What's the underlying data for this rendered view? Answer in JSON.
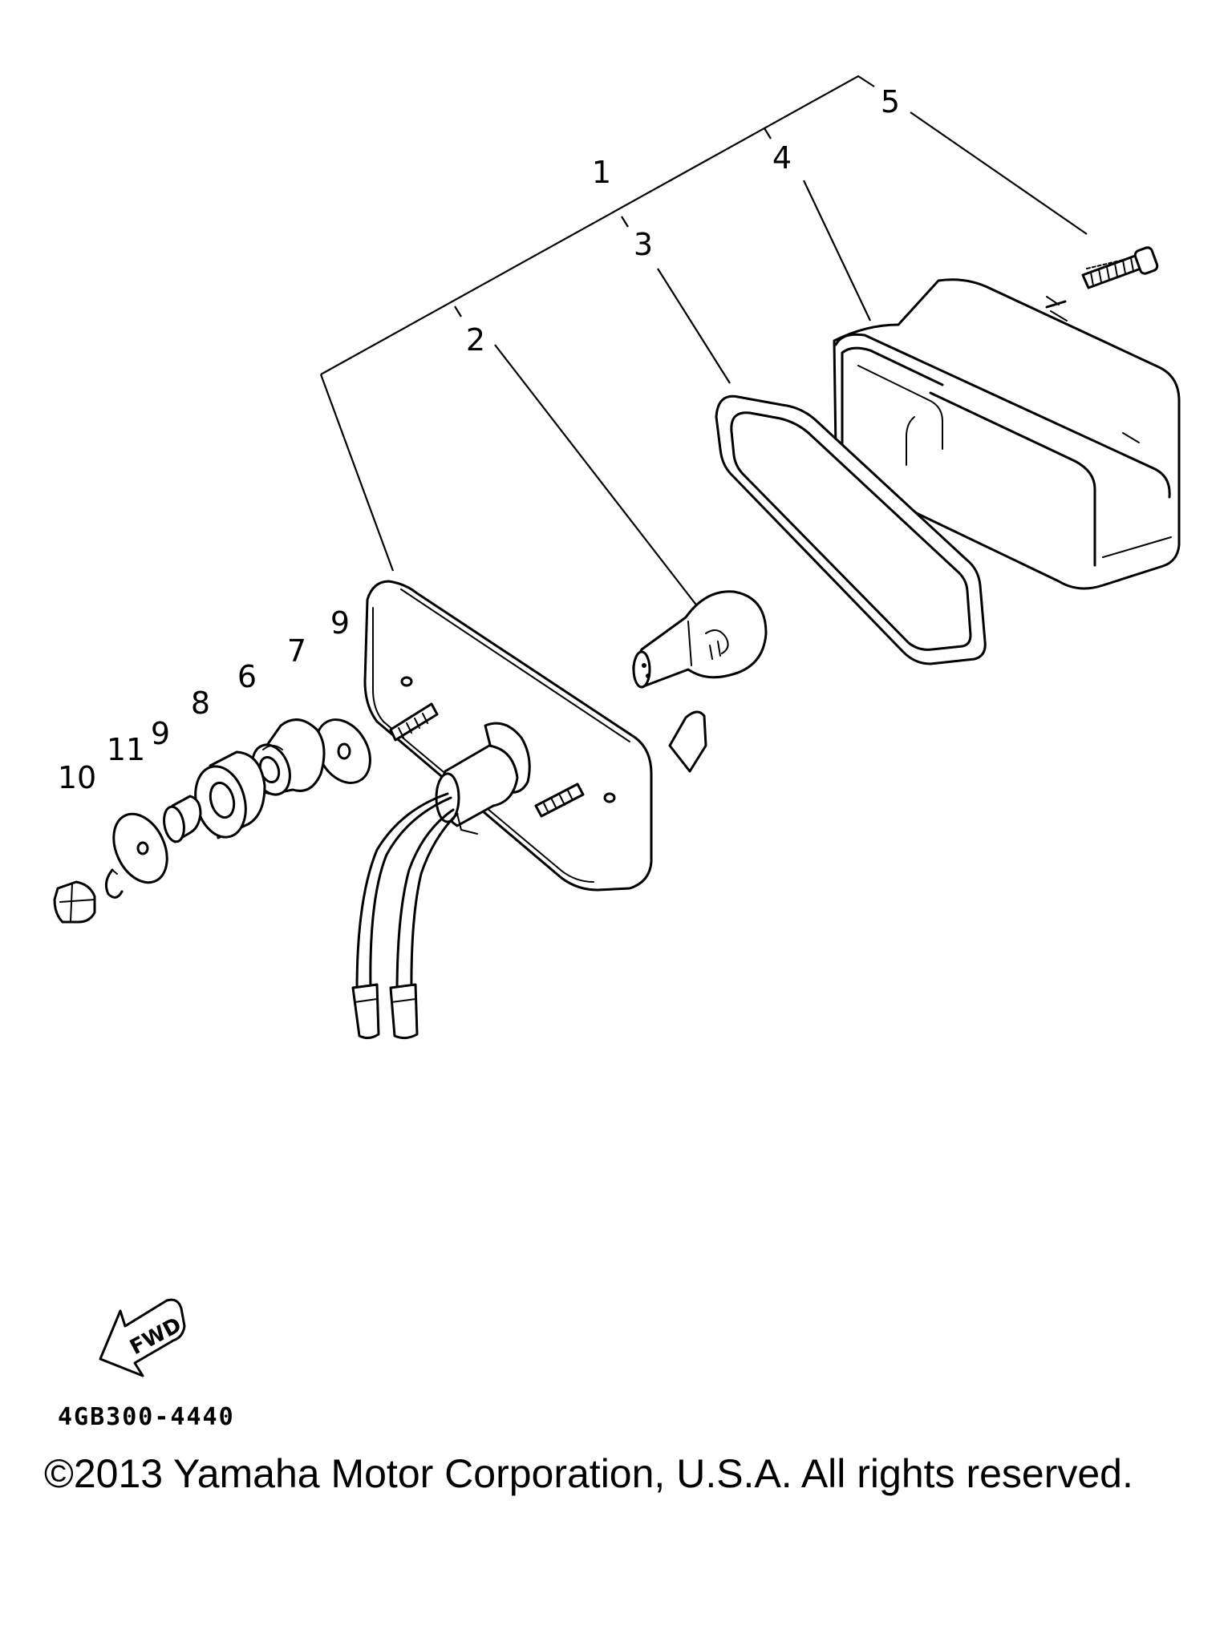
{
  "callouts": {
    "p1": "1",
    "p2": "2",
    "p3": "3",
    "p4": "4",
    "p5": "5",
    "p6": "6",
    "p7": "7",
    "p8": "8",
    "p9a": "9",
    "p9b": "9",
    "p10": "10",
    "p11": "11"
  },
  "fwd_label": "FWD",
  "part_code": "4GB300-4440",
  "copyright": "©2013 Yamaha Motor Corporation, U.S.A. All rights reserved."
}
